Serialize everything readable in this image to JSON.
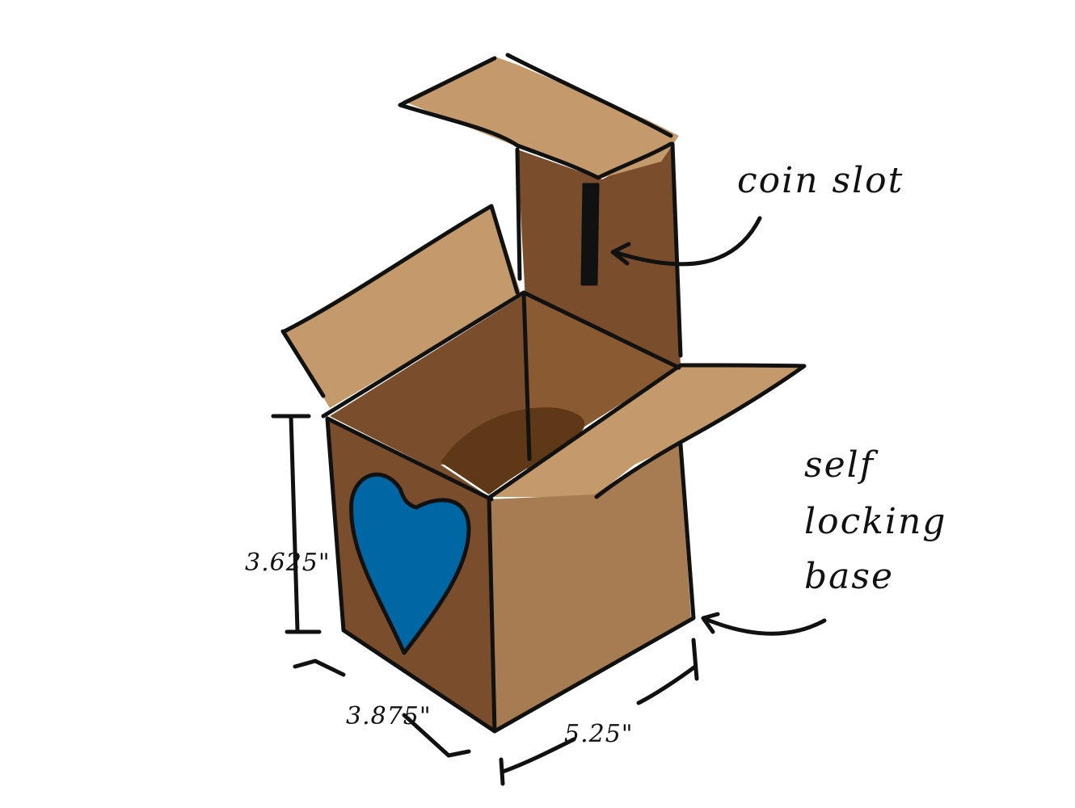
{
  "annotations": {
    "coin_slot": "coin slot",
    "self_locking_base": [
      "self",
      "locking",
      "base"
    ]
  },
  "dimensions": {
    "height": "3.625\"",
    "depth": "3.875\"",
    "width": "5.25\""
  },
  "colors": {
    "cardboard_light": "#C49A6C",
    "cardboard_mid": "#A87C53",
    "cardboard_dark": "#7A4E2D",
    "cardboard_shadow": "#5E3817",
    "heart_blue": "#0067A5",
    "ink": "#111111"
  }
}
